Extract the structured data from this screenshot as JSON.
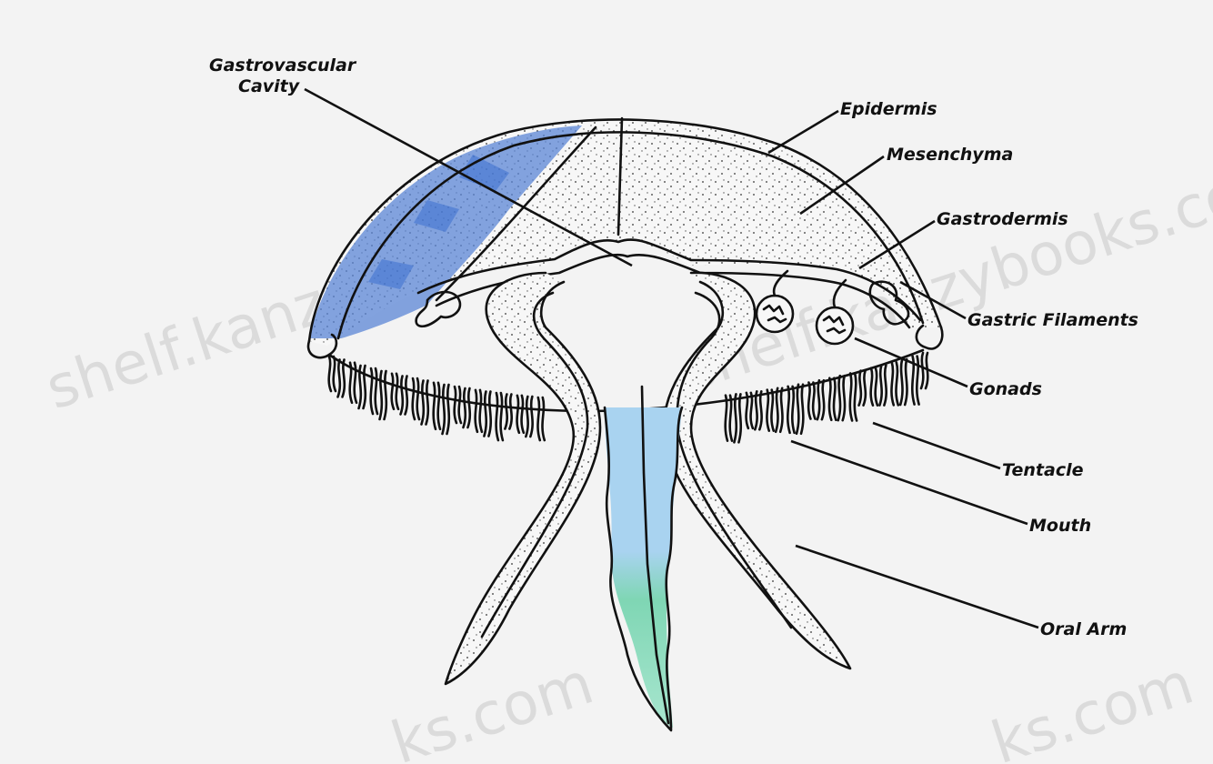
{
  "labels": {
    "gastrovascular_line1": "Gastrovascular",
    "gastrovascular_line2": "Cavity",
    "epidermis": "Epidermis",
    "mesenchyma": "Mesenchyma",
    "gastrodermis": "Gastrodermis",
    "gastric_filaments": "Gastric Filaments",
    "gonads": "Gonads",
    "tentacle": "Tentacle",
    "mouth": "Mouth",
    "oral_arm": "Oral Arm"
  },
  "watermark": {
    "main": "shelf.kanzybooks.com",
    "right": "shelf.kanzybooks.com",
    "bottom_left": "ks.com",
    "bottom_right": "ks.com"
  },
  "colors": {
    "background": "#f3f3f3",
    "ink": "#111111",
    "bell_highlight": "#5b86d6",
    "mouth_blue": "#a9d3f0",
    "mouth_green": "#7fd6b4"
  }
}
